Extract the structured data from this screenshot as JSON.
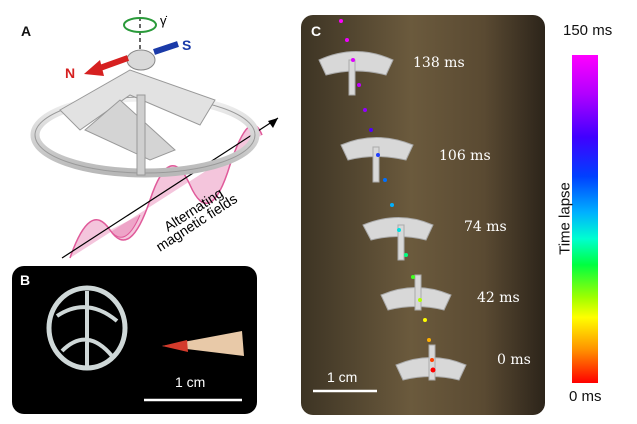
{
  "panel_labels": {
    "a": "A",
    "b": "B",
    "c": "C"
  },
  "panel_a": {
    "north_label": "N",
    "south_label": "S",
    "rotation_label": "γ̇",
    "field_label_line1": "Alternating",
    "field_label_line2": "magnetic fields"
  },
  "panel_b": {
    "scale_label": "1 cm"
  },
  "panel_c": {
    "scale_label": "1 cm",
    "timestamps": [
      "138 ms",
      "106 ms",
      "74 ms",
      "42 ms",
      "0 ms"
    ]
  },
  "colorbar": {
    "top_label": "150 ms",
    "bottom_label": "0 ms",
    "axis_label": "Time lapse"
  },
  "colors": {
    "north_arrow": "#d62020",
    "south_arrow": "#1a3aa8",
    "wave": "#e05a9a",
    "robot": "#e6e6e6"
  }
}
